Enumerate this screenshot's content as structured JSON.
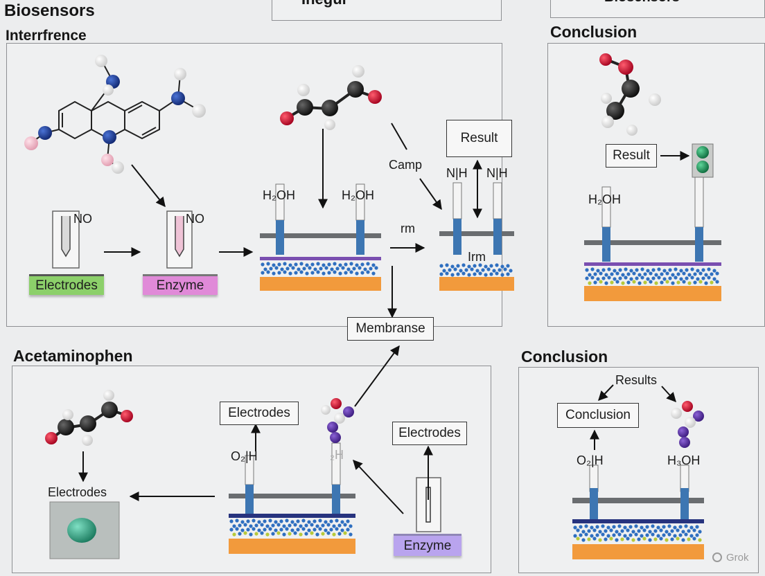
{
  "titles": {
    "biosensors": "Biosensors",
    "interference": "Interrfrence",
    "conclusion_top": "Conclusion",
    "acetaminophen": "Acetaminophen",
    "conclusion_bottom": "Conclusion",
    "top_center_partial": "Inegul",
    "top_right_partial": "Biosensors"
  },
  "interference_panel": {
    "no_label_1": "NO",
    "no_label_2": "NO",
    "electrodes_chip": "Electrodes",
    "enzyme_chip": "Enzyme",
    "h2oh_left": "H₂OH",
    "h2oh_right": "H₂OH",
    "camp_label": "Camp",
    "rm_label": "rm",
    "result_box": "Result",
    "nih_left": "N|H",
    "nih_right": "N|H",
    "irm_label": "Irm",
    "membranse_box": "Membranse"
  },
  "conclusion_top_panel": {
    "result_box": "Result",
    "h2oh_label": "H₂OH"
  },
  "acetaminophen_panel": {
    "electrodes_label": "Electrodes",
    "electrodes_box": "Electrodes",
    "o2h_label": "O₂|H",
    "partial_h_label": "₂H",
    "electrodes_box_right": "Electrodes",
    "enzyme_chip": "Enzyme"
  },
  "conclusion_bottom_panel": {
    "results_label": "Results",
    "conclusion_box": "Conclusion",
    "o2h_label": "O₂|H",
    "h3oh_label": "H₃OH"
  },
  "watermark": "Grok",
  "colors": {
    "electrodes_chip": "#8cd06a",
    "enzyme_chip": "#e08ad8",
    "enzyme_chip_bottom": "#b9a4ee",
    "substrate_orange": "#f29a3c",
    "membrane_purple": "#7a4fb0",
    "membrane_navy": "#27337e",
    "bead_blue": "#2f6fc0",
    "bead_green": "#b7c93a",
    "electrode_blue": "#3d76b2",
    "rail_gray": "#6a6d70",
    "atom_black": "#111111",
    "atom_red": "#c8102e",
    "atom_navy": "#1d3b8f",
    "atom_white": "#f2f2f2",
    "atom_pink": "#f0b4c4",
    "atom_purple": "#5a2fa0",
    "led_green": "#1d9a5a",
    "sensor_teal": "#2f9d7d"
  }
}
